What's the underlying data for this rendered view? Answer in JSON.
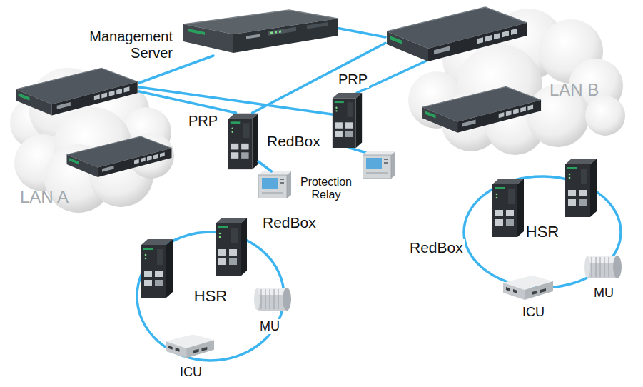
{
  "diagram": {
    "nodes": [
      {
        "text": [
          "Management Server"
        ]
      },
      {
        "text": [
          "LAN A"
        ]
      },
      {
        "text": [
          "LAN B"
        ]
      },
      {
        "text": [
          "RedBox"
        ]
      },
      {
        "text": [
          "Protection Relay"
        ]
      },
      {
        "text": [
          "HSR"
        ]
      },
      {
        "text": [
          "RedBox"
        ]
      },
      {
        "text": [
          "ICU"
        ]
      },
      {
        "text": [
          "MU"
        ]
      },
      {
        "text": [
          "HSR"
        ]
      },
      {
        "text": [
          "RedBox"
        ]
      },
      {
        "text": [
          "ICU"
        ]
      },
      {
        "text": [
          "MU"
        ]
      }
    ],
    "edges": [
      {
        "from": 0,
        "to": 1,
        "arrow": "none"
      },
      {
        "from": 0,
        "to": 2,
        "arrow": "none"
      },
      {
        "from": 1,
        "to": 3,
        "label": "PRP",
        "arrow": "none"
      },
      {
        "from": 2,
        "to": 3,
        "label": "PRP",
        "arrow": "none"
      },
      {
        "from": 3,
        "to": 4,
        "arrow": "none"
      }
    ]
  }
}
